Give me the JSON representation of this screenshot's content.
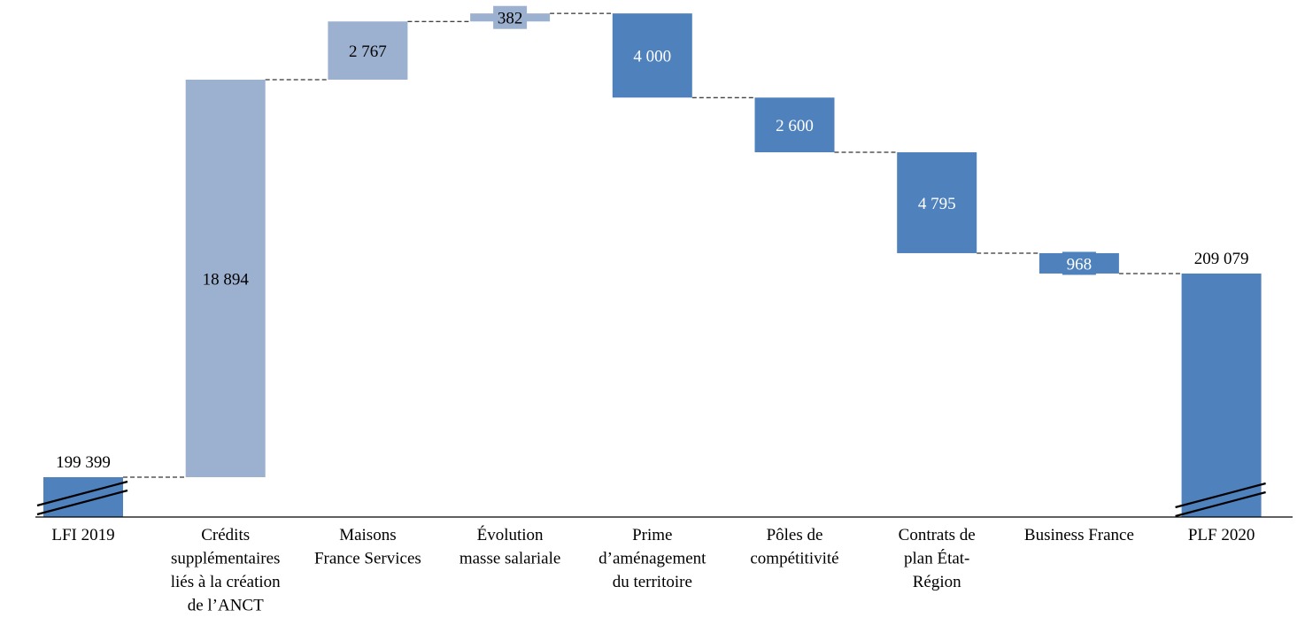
{
  "chart_data": {
    "type": "waterfall",
    "title": "",
    "xlabel": "",
    "ylabel": "",
    "axis_broken": true,
    "colors": {
      "total": "#4f81bd",
      "increase": "#9cb0d0",
      "decrease": "#4f81bd",
      "connector": "#000000"
    },
    "steps": [
      {
        "category": "LFI 2019",
        "kind": "total",
        "value": 199399,
        "label": "199 399"
      },
      {
        "category": "Crédits supplémentaires liés à la création de l’ANCT",
        "lines": [
          "Crédits",
          "supplémentaires",
          "liés à la création",
          "de l’ANCT"
        ],
        "kind": "increase",
        "value": 18894,
        "label": "18 894"
      },
      {
        "category": "Maisons France Services",
        "lines": [
          "Maisons",
          "France Services"
        ],
        "kind": "increase",
        "value": 2767,
        "label": "2 767"
      },
      {
        "category": "Évolution masse salariale",
        "lines": [
          "Évolution",
          "masse salariale"
        ],
        "kind": "increase",
        "value": 382,
        "label": "382"
      },
      {
        "category": "Prime d’aménagement du territoire",
        "lines": [
          "Prime",
          "d’aménagement",
          "du territoire"
        ],
        "kind": "decrease",
        "value": -4000,
        "label": "4 000"
      },
      {
        "category": "Pôles de compétitivité",
        "lines": [
          "Pôles de",
          "compétitivité"
        ],
        "kind": "decrease",
        "value": -2600,
        "label": "2 600"
      },
      {
        "category": "Contrats de plan État-Région",
        "lines": [
          "Contrats de",
          "plan État-",
          "Région"
        ],
        "kind": "decrease",
        "value": -4795,
        "label": "4 795"
      },
      {
        "category": "Business France",
        "lines": [
          "Business France"
        ],
        "kind": "decrease",
        "value": -968,
        "label": "968"
      },
      {
        "category": "PLF 2020",
        "kind": "total",
        "value": 209079,
        "label": "209 079"
      }
    ]
  }
}
